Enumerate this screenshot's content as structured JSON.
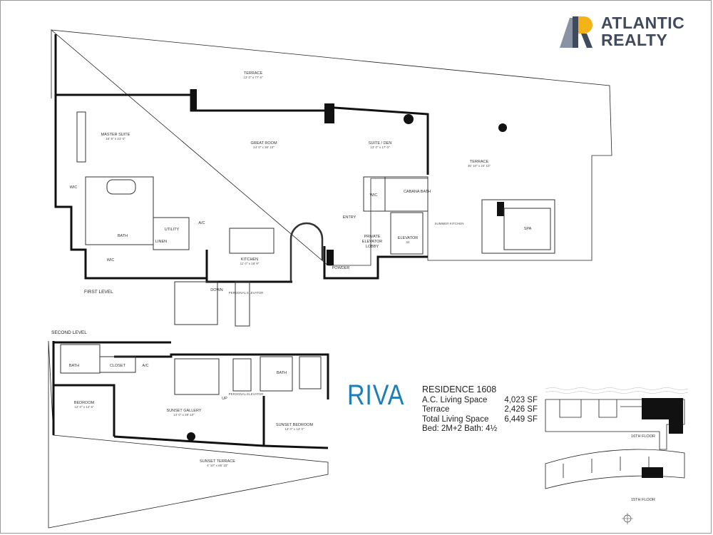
{
  "brand": {
    "name_line1": "ATLANTIC",
    "name_line2": "REALTY",
    "colors": {
      "gold": "#f5b31a",
      "blue": "#3f4a5c",
      "gray": "#8a93a3"
    }
  },
  "levels": {
    "first": "FIRST LEVEL",
    "second": "SECOND LEVEL"
  },
  "rooms_first": {
    "terrace_top": {
      "name": "TERRACE",
      "dim": "13' 0\" x 77' 6\""
    },
    "master_suite": {
      "name": "MASTER SUITE",
      "dim": "16' 8\" x 21' 0\""
    },
    "great_room": {
      "name": "GREAT ROOM",
      "dim": "24' 0\" x 30' 10\""
    },
    "suite_den": {
      "name": "SUITE / DEN",
      "dim": "13' 0\" x 17' 0\""
    },
    "terrace_right": {
      "name": "TERRACE",
      "dim": "35' 10\" x 24' 10\""
    },
    "wic_left": "WIC",
    "bath": "BATH",
    "wic_bottom": "WIC",
    "utility": "UTILITY",
    "ac": "A/C",
    "linen": "LINEN",
    "kitchen": {
      "name": "KITCHEN",
      "dim": "11' 0\" x 18' 9\""
    },
    "down": "DOWN",
    "personal_elevator": "PERSONAL ELEVATOR",
    "entry": "ENTRY",
    "wic_right": "WIC",
    "cabana_bath": "CABANA BATH",
    "summer_kitchen": "SUMMER KITCHEN",
    "spa": "SPA",
    "private_lobby": [
      "PRIVATE",
      "ELEVATOR",
      "LOBBY"
    ],
    "elevator": {
      "name": "ELEVATOR",
      "dim": "04"
    },
    "powder": "POWDER"
  },
  "rooms_second": {
    "bath": "BATH",
    "closet": "CLOSET",
    "ac": "A/C",
    "bedroom": {
      "name": "BEDROOM",
      "dim": "12' 0\" x 12' 6\""
    },
    "sunset_gallery": {
      "name": "SUNSET GALLERY",
      "dim": "14' 0\" x 29' 10\""
    },
    "up": "UP",
    "personal_elevator": "PERSONAL ELEVATOR",
    "bath2": "BATH",
    "sunset_bedroom": {
      "name": "SUNSET BEDROOM",
      "dim": "13' 0\" x 13' 0\""
    },
    "sunset_terrace": {
      "name": "SUNSET TERRACE",
      "dim": "4' 10\" x 65' 10\""
    }
  },
  "project": "RIVA",
  "residence": {
    "title": "RESIDENCE 1608",
    "ac_label": "A.C. Living Space",
    "ac_value": "4,023 SF",
    "terrace_label": "Terrace",
    "terrace_value": "2,426 SF",
    "total_label": "Total Living Space",
    "total_value": "6,449 SF",
    "beds_baths": "Bed: 2M+2  Bath: 4½"
  },
  "keyplan": {
    "floor_top": "16TH FLOOR",
    "floor_bottom": "15TH FLOOR"
  }
}
